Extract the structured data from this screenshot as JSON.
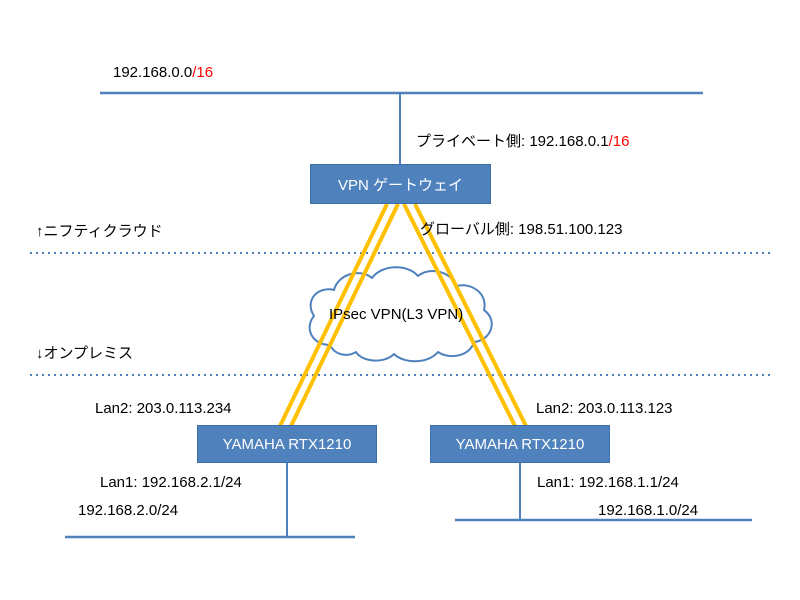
{
  "colors": {
    "line_blue": "#4f81bd",
    "box_fill": "#4f81bd",
    "box_border": "#3a6ea5",
    "box_text": "#ffffff",
    "vpn_yellow": "#ffc000",
    "text_red": "#ff0000"
  },
  "cloud_zone": {
    "zone_label": "↑ニフティクラウド",
    "network_label": "192.168.0.0",
    "network_label_red": "/16",
    "private_label": "プライベート側: 192.168.0.1",
    "private_label_red": "/16",
    "gateway_label": "VPN ゲートウェイ",
    "global_label": "グローバル側: 198.51.100.123"
  },
  "vpn": {
    "cloud_label": "IPsec VPN(L3 VPN)"
  },
  "onprem_zone": {
    "zone_label": "↓オンプレミス",
    "router_left": {
      "lan2_label": "Lan2: 203.0.113.234",
      "name": "YAMAHA RTX1210",
      "lan1_label": "Lan1: 192.168.2.1/24",
      "network_label": "192.168.2.0/24"
    },
    "router_right": {
      "lan2_label": "Lan2: 203.0.113.123",
      "name": "YAMAHA RTX1210",
      "lan1_label": "Lan1: 192.168.1.1/24",
      "network_label": "192.168.1.0/24"
    }
  }
}
